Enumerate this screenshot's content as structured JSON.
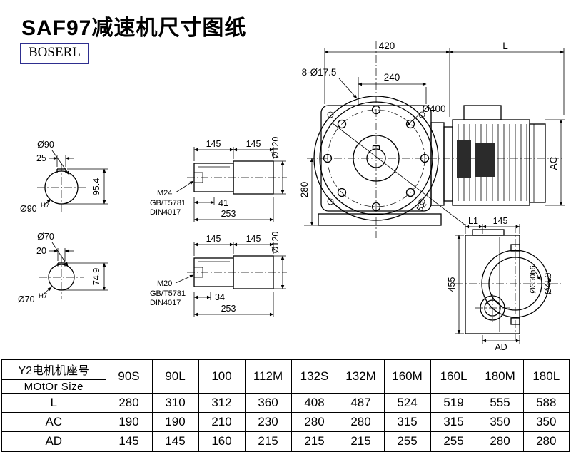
{
  "page": {
    "title": "SAF97减速机尺寸图纸",
    "brand": "BOSERL"
  },
  "colors": {
    "line": "#000000",
    "logo_border": "#2e2e8f",
    "background": "#ffffff"
  },
  "drawing": {
    "shaft_90": {
      "dia": "Ø90",
      "key_width": "25",
      "height": "95.4",
      "bore": "Ø90",
      "bore_tol": "H7"
    },
    "shaft_70": {
      "dia": "Ø70",
      "key_width": "20",
      "height": "74.9",
      "bore": "Ø70",
      "bore_tol": "H7"
    },
    "shaft_m24": {
      "seg_a": "145",
      "seg_b": "145",
      "dia": "Ø120",
      "thread": "M24",
      "std1": "GB/T5781",
      "std2": "DIN4017",
      "depth": "41",
      "length": "253"
    },
    "shaft_m20": {
      "seg_a": "145",
      "seg_b": "145",
      "dia": "Ø120",
      "thread": "M20",
      "std1": "GB/T5781",
      "std2": "DIN4017",
      "depth": "34",
      "length": "253"
    },
    "front_view": {
      "width": "420",
      "motor_length": "L",
      "bolt_holes": "8-Ø17.5",
      "hole_span": "240",
      "flange_dia": "Ø400",
      "center_height": "280",
      "foot": "52",
      "motor_height": "AC"
    },
    "side_view": {
      "l1": "L1",
      "seg": "145",
      "height": "455",
      "spigot_dia": "Ø350h6",
      "flange_dia": "Ø450",
      "width": "AD"
    }
  },
  "table": {
    "header_cn": "Y2电机机座号",
    "header_en": "MOtOr Size",
    "frame_sizes": [
      "90S",
      "90L",
      "100",
      "112M",
      "132S",
      "132M",
      "160M",
      "160L",
      "180M",
      "180L"
    ],
    "rows": [
      {
        "label": "L",
        "values": [
          "280",
          "310",
          "312",
          "360",
          "408",
          "487",
          "524",
          "519",
          "555",
          "588"
        ]
      },
      {
        "label": "AC",
        "values": [
          "190",
          "190",
          "210",
          "230",
          "280",
          "280",
          "315",
          "315",
          "350",
          "350"
        ]
      },
      {
        "label": "AD",
        "values": [
          "145",
          "145",
          "160",
          "215",
          "215",
          "215",
          "255",
          "255",
          "280",
          "280"
        ]
      }
    ]
  }
}
